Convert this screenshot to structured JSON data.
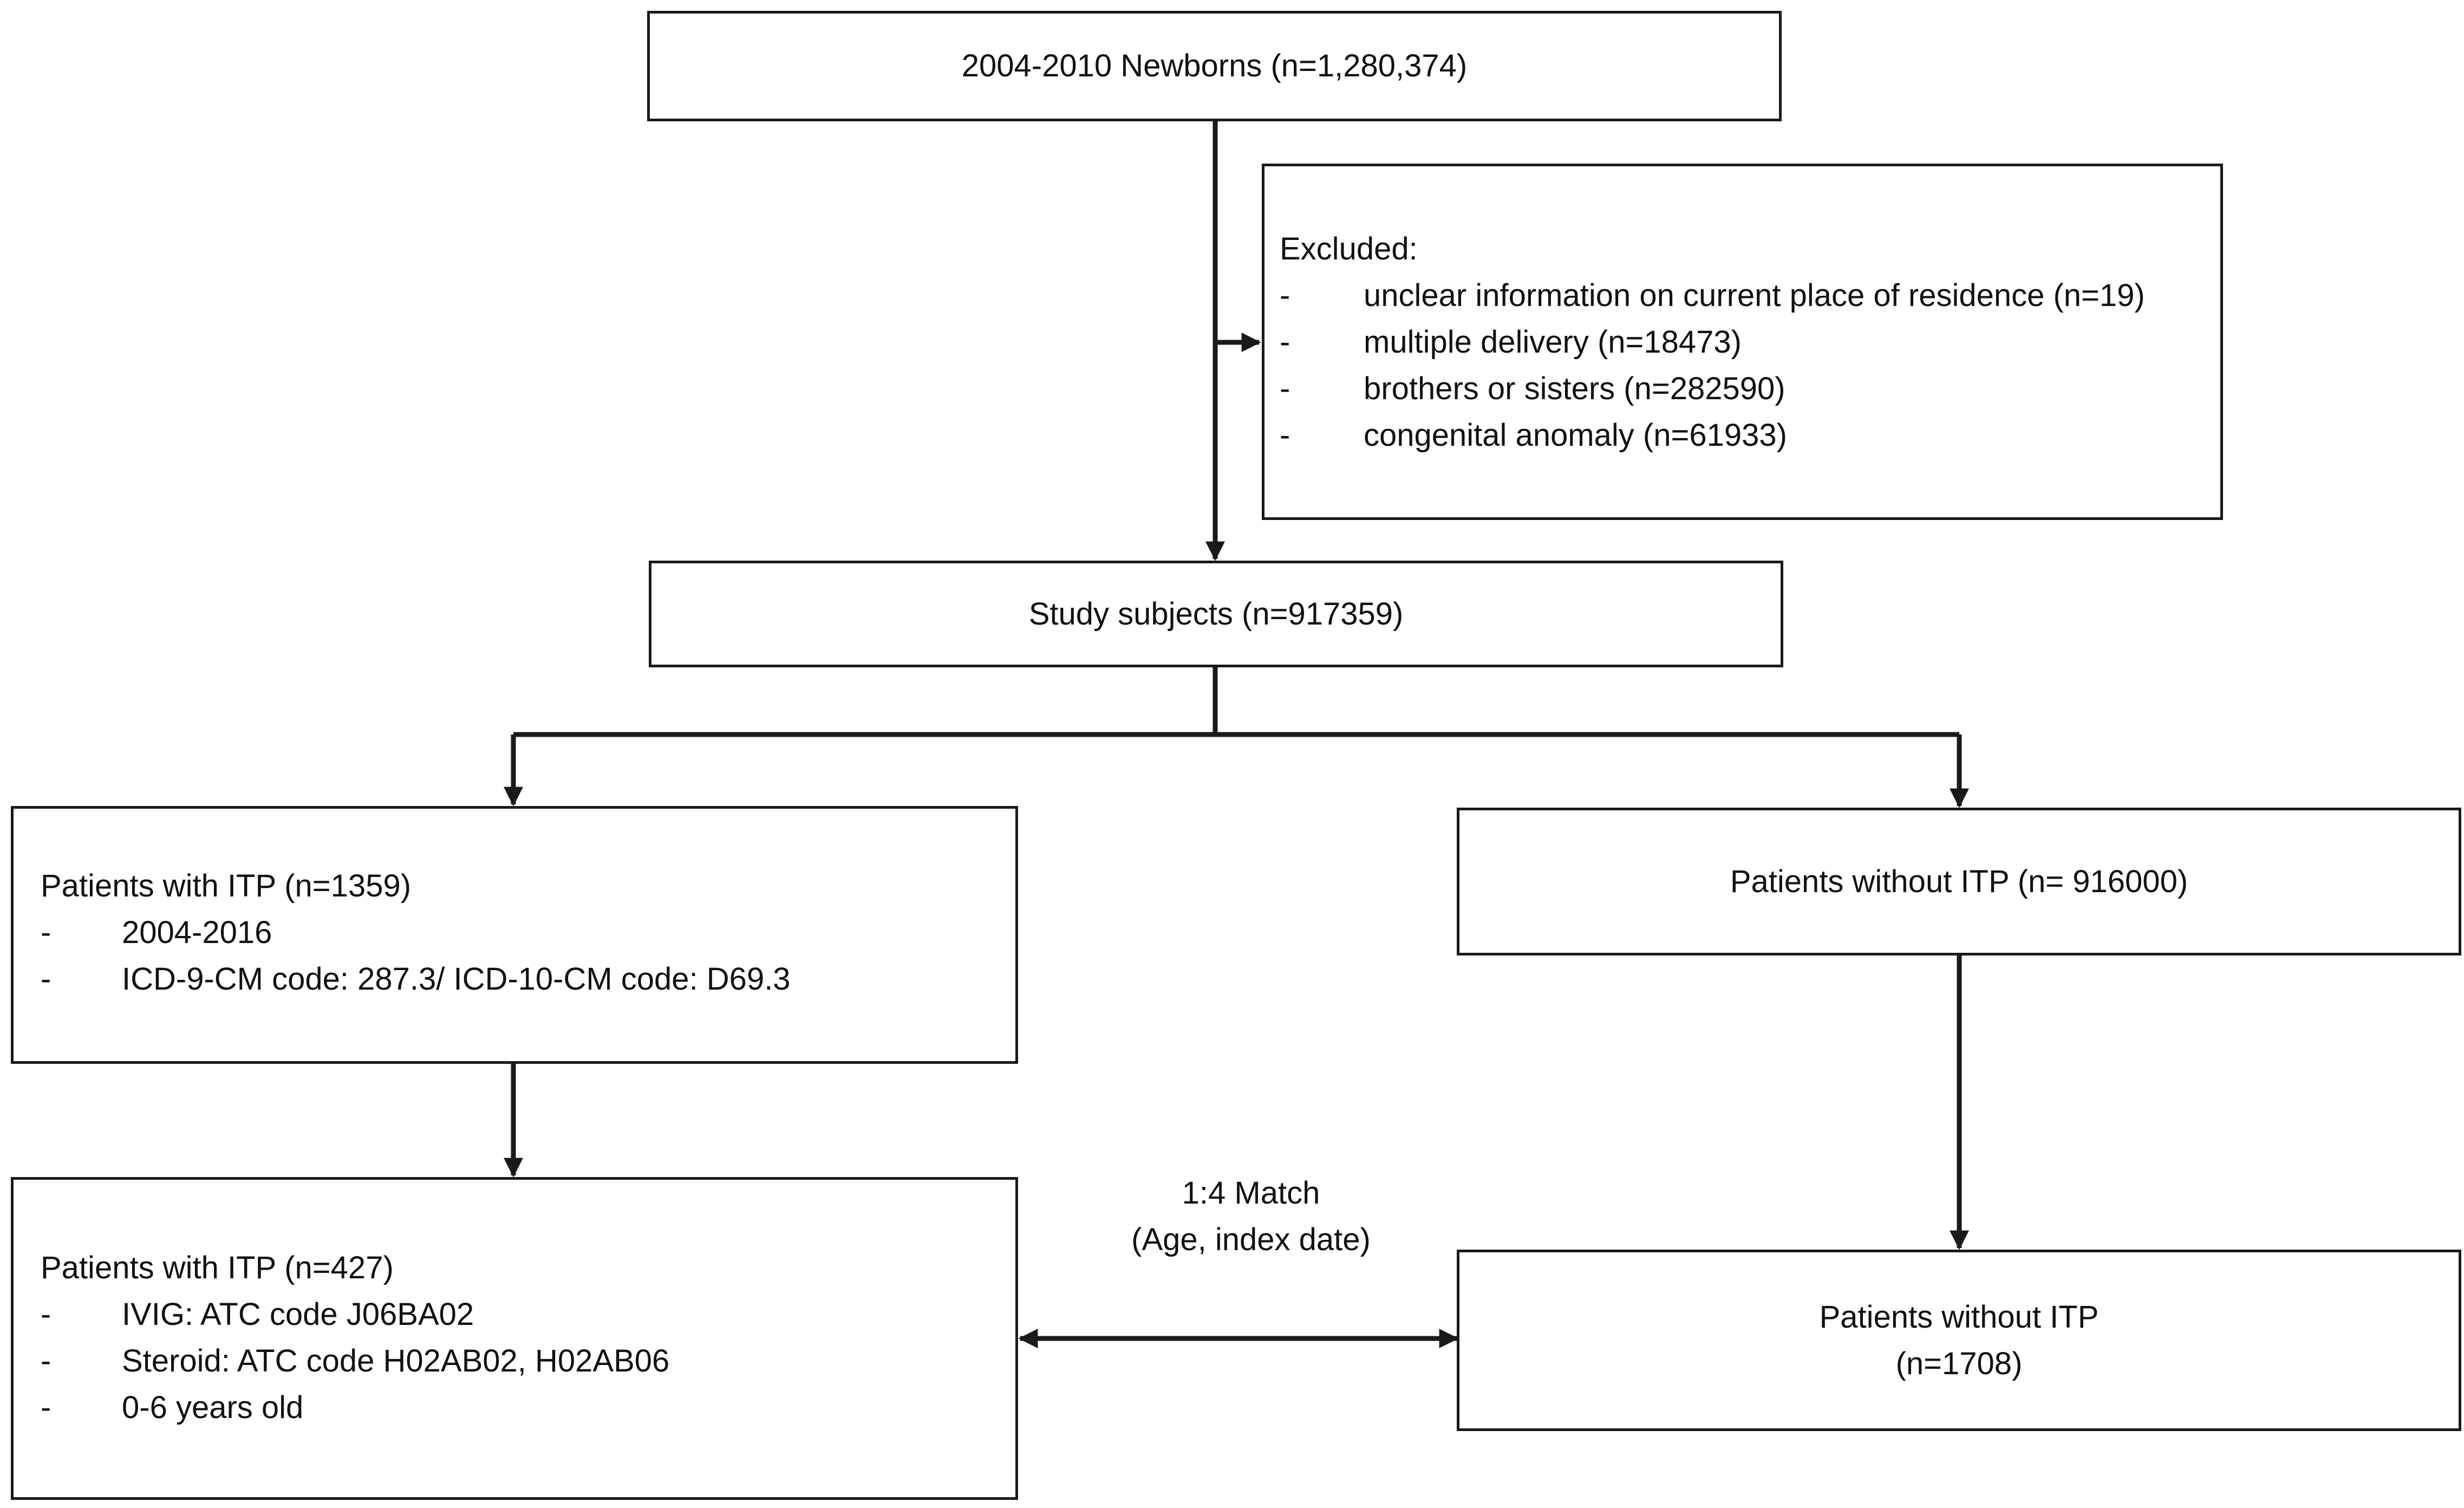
{
  "newborns": {
    "label": "2004-2010 Newborns (n=1,280,374)"
  },
  "excluded": {
    "title": "Excluded:",
    "items": [
      "unclear information on current place of residence (n=19)",
      "multiple delivery (n=18473)",
      "brothers or sisters (n=282590)",
      "congenital anomaly (n=61933)"
    ]
  },
  "study": {
    "label": "Study subjects (n=917359)"
  },
  "itp": {
    "title": "Patients with ITP (n=1359)",
    "items": [
      "2004-2016",
      "ICD-9-CM code: 287.3/ ICD-10-CM code: D69.3"
    ]
  },
  "no_itp": {
    "label": "Patients without ITP (n= 916000)"
  },
  "itp_matched": {
    "title": "Patients with ITP (n=427)",
    "items": [
      "IVIG: ATC code J06BA02",
      "Steroid: ATC code H02AB02, H02AB06",
      "0-6 years old"
    ]
  },
  "no_itp_matched": {
    "line1": "Patients without ITP",
    "line2": "(n=1708)"
  },
  "match": {
    "line1": "1:4 Match",
    "line2": "(Age, index date)"
  },
  "dash_symbol": "-"
}
